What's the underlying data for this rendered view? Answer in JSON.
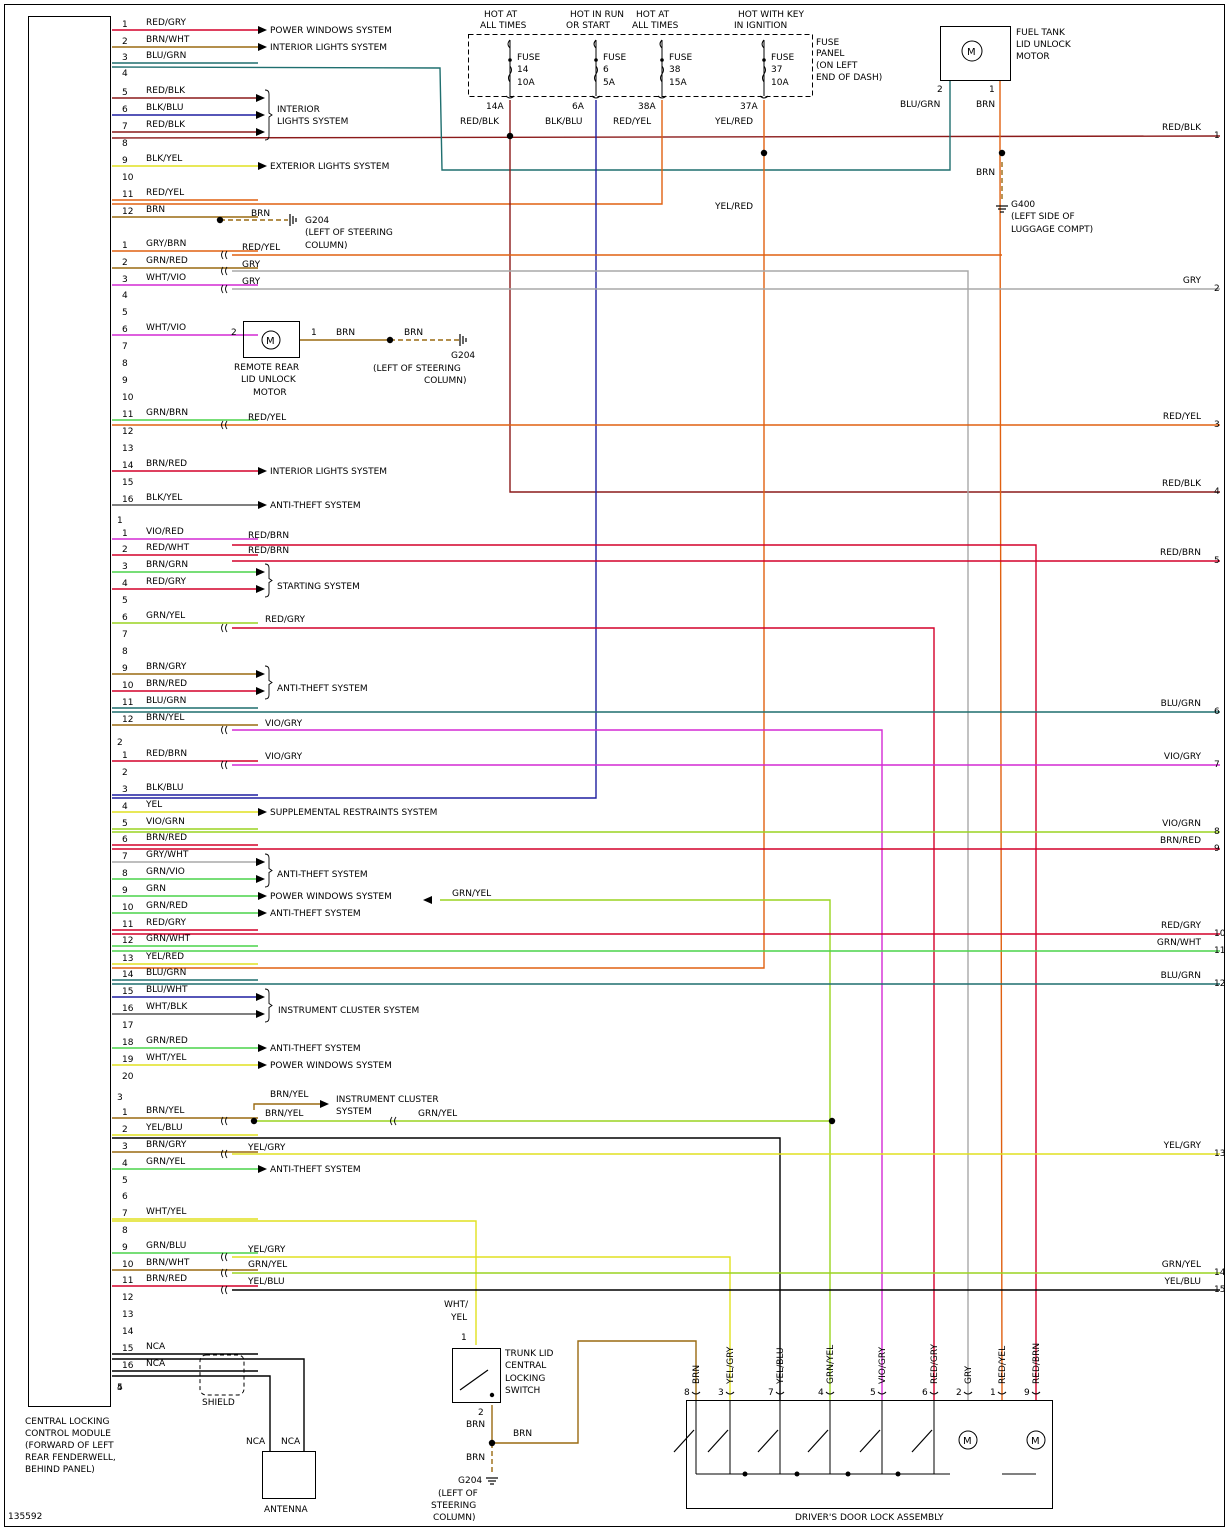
{
  "figure_id": "135592",
  "module": {
    "lines": [
      "CENTRAL LOCKING",
      "CONTROL MODULE",
      "(FORWARD OF LEFT",
      "REAR FENDERWELL,",
      "BEHIND PANEL)"
    ]
  },
  "connectors": [
    "1",
    "2",
    "3",
    "4",
    "5"
  ],
  "pins": [
    {
      "n": "1",
      "wire": "RED/GRY",
      "target": "POWER WINDOWS SYSTEM"
    },
    {
      "n": "2",
      "wire": "BRN/WHT",
      "target": "INTERIOR LIGHTS SYSTEM"
    },
    {
      "n": "3",
      "wire": "BLU/GRN",
      "target": ""
    },
    {
      "n": "4",
      "wire": "",
      "target": ""
    },
    {
      "n": "5",
      "wire": "RED/BLK",
      "target": ""
    },
    {
      "n": "6",
      "wire": "BLK/BLU",
      "target": ""
    },
    {
      "n": "7",
      "wire": "RED/BLK",
      "target": ""
    },
    {
      "n": "8",
      "wire": "",
      "target": ""
    },
    {
      "n": "9",
      "wire": "BLK/YEL",
      "target": "EXTERIOR LIGHTS SYSTEM"
    },
    {
      "n": "10",
      "wire": "",
      "target": ""
    },
    {
      "n": "11",
      "wire": "RED/YEL",
      "target": ""
    },
    {
      "n": "12",
      "wire": "BRN",
      "target": ""
    },
    {
      "n": "1",
      "wire": "GRY/BRN",
      "target": ""
    },
    {
      "n": "2",
      "wire": "GRN/RED",
      "target": ""
    },
    {
      "n": "3",
      "wire": "WHT/VIO",
      "target": ""
    },
    {
      "n": "4",
      "wire": "",
      "target": ""
    },
    {
      "n": "5",
      "wire": "",
      "target": ""
    },
    {
      "n": "6",
      "wire": "WHT/VIO",
      "target": ""
    },
    {
      "n": "7",
      "wire": "",
      "target": ""
    },
    {
      "n": "8",
      "wire": "",
      "target": ""
    },
    {
      "n": "9",
      "wire": "",
      "target": ""
    },
    {
      "n": "10",
      "wire": "",
      "target": ""
    },
    {
      "n": "11",
      "wire": "GRN/BRN",
      "target": ""
    },
    {
      "n": "12",
      "wire": "",
      "target": ""
    },
    {
      "n": "13",
      "wire": "",
      "target": ""
    },
    {
      "n": "14",
      "wire": "BRN/RED",
      "target": "INTERIOR LIGHTS SYSTEM"
    },
    {
      "n": "15",
      "wire": "",
      "target": ""
    },
    {
      "n": "16",
      "wire": "BLK/YEL",
      "target": "ANTI-THEFT SYSTEM"
    },
    {
      "n": "1",
      "wire": "VIO/RED",
      "target": ""
    },
    {
      "n": "2",
      "wire": "RED/WHT",
      "target": ""
    },
    {
      "n": "3",
      "wire": "BRN/GRN",
      "target": ""
    },
    {
      "n": "4",
      "wire": "RED/GRY",
      "target": ""
    },
    {
      "n": "5",
      "wire": "",
      "target": ""
    },
    {
      "n": "6",
      "wire": "GRN/YEL",
      "target": ""
    },
    {
      "n": "7",
      "wire": "",
      "target": ""
    },
    {
      "n": "8",
      "wire": "",
      "target": ""
    },
    {
      "n": "9",
      "wire": "BRN/GRY",
      "target": ""
    },
    {
      "n": "10",
      "wire": "BRN/RED",
      "target": ""
    },
    {
      "n": "11",
      "wire": "BLU/GRN",
      "target": ""
    },
    {
      "n": "12",
      "wire": "BRN/YEL",
      "target": ""
    },
    {
      "n": "1",
      "wire": "RED/BRN",
      "target": ""
    },
    {
      "n": "2",
      "wire": "",
      "target": ""
    },
    {
      "n": "3",
      "wire": "BLK/BLU",
      "target": ""
    },
    {
      "n": "4",
      "wire": "YEL",
      "target": "SUPPLEMENTAL RESTRAINTS SYSTEM"
    },
    {
      "n": "5",
      "wire": "VIO/GRN",
      "target": ""
    },
    {
      "n": "6",
      "wire": "BRN/RED",
      "target": ""
    },
    {
      "n": "7",
      "wire": "GRY/WHT",
      "target": ""
    },
    {
      "n": "8",
      "wire": "GRN/VIO",
      "target": ""
    },
    {
      "n": "9",
      "wire": "GRN",
      "target": "POWER WINDOWS SYSTEM"
    },
    {
      "n": "10",
      "wire": "GRN/RED",
      "target": "ANTI-THEFT SYSTEM"
    },
    {
      "n": "11",
      "wire": "RED/GRY",
      "target": ""
    },
    {
      "n": "12",
      "wire": "GRN/WHT",
      "target": ""
    },
    {
      "n": "13",
      "wire": "YEL/RED",
      "target": ""
    },
    {
      "n": "14",
      "wire": "BLU/GRN",
      "target": ""
    },
    {
      "n": "15",
      "wire": "BLU/WHT",
      "target": ""
    },
    {
      "n": "16",
      "wire": "WHT/BLK",
      "target": ""
    },
    {
      "n": "17",
      "wire": "",
      "target": ""
    },
    {
      "n": "18",
      "wire": "GRN/RED",
      "target": "ANTI-THEFT SYSTEM"
    },
    {
      "n": "19",
      "wire": "WHT/YEL",
      "target": "POWER WINDOWS SYSTEM"
    },
    {
      "n": "20",
      "wire": "",
      "target": ""
    },
    {
      "n": "1",
      "wire": "BRN/YEL",
      "target": ""
    },
    {
      "n": "2",
      "wire": "YEL/BLU",
      "target": ""
    },
    {
      "n": "3",
      "wire": "BRN/GRY",
      "target": ""
    },
    {
      "n": "4",
      "wire": "GRN/YEL",
      "target": "ANTI-THEFT SYSTEM"
    },
    {
      "n": "5",
      "wire": "",
      "target": ""
    },
    {
      "n": "6",
      "wire": "",
      "target": ""
    },
    {
      "n": "7",
      "wire": "WHT/YEL",
      "target": ""
    },
    {
      "n": "8",
      "wire": "",
      "target": ""
    },
    {
      "n": "9",
      "wire": "GRN/BLU",
      "target": ""
    },
    {
      "n": "10",
      "wire": "BRN/WHT",
      "target": ""
    },
    {
      "n": "11",
      "wire": "BRN/RED",
      "target": ""
    },
    {
      "n": "12",
      "wire": "",
      "target": ""
    },
    {
      "n": "13",
      "wire": "",
      "target": ""
    },
    {
      "n": "14",
      "wire": "",
      "target": ""
    },
    {
      "n": "15",
      "wire": "NCA",
      "target": ""
    },
    {
      "n": "16",
      "wire": "NCA",
      "target": ""
    }
  ],
  "groups": [
    {
      "label": [
        "INTERIOR",
        "LIGHTS SYSTEM"
      ]
    },
    {
      "label": [
        "STARTING SYSTEM"
      ]
    },
    {
      "label": [
        "ANTI-THEFT SYSTEM"
      ]
    },
    {
      "label": [
        "ANTI-THEFT SYSTEM"
      ]
    },
    {
      "label": [
        "INSTRUMENT CLUSTER SYSTEM"
      ]
    }
  ],
  "fuses": [
    {
      "hot": [
        "HOT AT",
        "ALL TIMES"
      ],
      "fuse": [
        "FUSE",
        "14",
        "10A"
      ],
      "term": "14A",
      "wire": "RED/BLK"
    },
    {
      "hot": [
        "HOT IN RUN",
        "OR START"
      ],
      "fuse": [
        "FUSE",
        "6",
        "5A"
      ],
      "term": "6A",
      "wire": "BLK/BLU"
    },
    {
      "hot": [
        "HOT AT",
        "ALL TIMES"
      ],
      "fuse": [
        "FUSE",
        "38",
        "15A"
      ],
      "term": "38A",
      "wire": "RED/YEL"
    },
    {
      "hot": [
        "HOT WITH KEY",
        "IN IGNITION"
      ],
      "fuse": [
        "FUSE",
        "37",
        "10A"
      ],
      "term": "37A",
      "wire": "YEL/RED"
    }
  ],
  "fuse_panel": [
    "FUSE",
    "PANEL",
    "(ON LEFT",
    "END OF DASH)"
  ],
  "fuel_motor": {
    "label": [
      "FUEL TANK",
      "LID UNLOCK",
      "MOTOR"
    ],
    "pin2": "2",
    "pin1": "1",
    "wire2": "BLU/GRN",
    "wire1": "BRN",
    "ground_wire": "BRN",
    "ground": [
      "G400",
      "(LEFT SIDE OF",
      "LUGGAGE COMPT)"
    ]
  },
  "labels": {
    "yel_red_drop": "YEL/RED",
    "brn": "BRN",
    "g204_a": [
      "G204",
      "(LEFT OF STEERING",
      "COLUMN)"
    ],
    "red_yel": "RED/YEL",
    "gry": "GRY",
    "red_brn": "RED/BRN",
    "red_gry": "RED/GRY",
    "vio_gry": "VIO/GRY",
    "grn_yel": "GRN/YEL",
    "brn_yel": "BRN/YEL",
    "instrument_cluster": [
      "INSTRUMENT CLUSTER",
      "SYSTEM"
    ],
    "yel_gry": "YEL/GRY",
    "yel_blu": "YEL/BLU",
    "shield": "SHIELD",
    "nca": "NCA",
    "antenna": "ANTENNA"
  },
  "rear_motor": {
    "pin2": "2",
    "pin1": "1",
    "wire": "BRN",
    "wire2": "BRN",
    "label": [
      "REMOTE REAR",
      "LID UNLOCK",
      "MOTOR"
    ],
    "ground": [
      "G204",
      "(LEFT OF STEERING",
      "COLUMN)"
    ]
  },
  "right_wires": [
    {
      "n": "1",
      "label": "RED/BLK"
    },
    {
      "n": "2",
      "label": "GRY"
    },
    {
      "n": "3",
      "label": "RED/YEL"
    },
    {
      "n": "4",
      "label": "RED/BLK"
    },
    {
      "n": "5",
      "label": "RED/BRN"
    },
    {
      "n": "6",
      "label": "BLU/GRN"
    },
    {
      "n": "7",
      "label": "VIO/GRY"
    },
    {
      "n": "8",
      "label": "VIO/GRN"
    },
    {
      "n": "9",
      "label": "BRN/RED"
    },
    {
      "n": "10",
      "label": "RED/GRY"
    },
    {
      "n": "11",
      "label": "GRN/WHT"
    },
    {
      "n": "12",
      "label": "BLU/GRN"
    },
    {
      "n": "13",
      "label": "YEL/GRY"
    },
    {
      "n": "14",
      "label": "GRN/YEL"
    },
    {
      "n": "15",
      "label": "YEL/BLU"
    }
  ],
  "trunk_switch": {
    "label": [
      "TRUNK LID",
      "CENTRAL",
      "LOCKING",
      "SWITCH"
    ],
    "pin1": "1",
    "pin2": "2",
    "wire_in": [
      "WHT/",
      "YEL"
    ],
    "wire_out": "BRN",
    "wire_out2": "BRN",
    "wire_h": "BRN",
    "ground": [
      "G204",
      "(LEFT OF",
      "STEERING",
      "COLUMN)"
    ]
  },
  "door_assembly": {
    "label": "DRIVER'S DOOR LOCK ASSEMBLY",
    "pins": [
      {
        "n": "8",
        "wire": "BRN"
      },
      {
        "n": "3",
        "wire": "YEL/GRY"
      },
      {
        "n": "7",
        "wire": "YEL/BLU"
      },
      {
        "n": "4",
        "wire": "GRN/YEL"
      },
      {
        "n": "5",
        "wire": "VIO/GRY"
      },
      {
        "n": "6",
        "wire": "RED/GRY"
      },
      {
        "n": "2",
        "wire": "GRY"
      },
      {
        "n": "1",
        "wire": "RED/YEL"
      },
      {
        "n": "9",
        "wire": "RED/BRN"
      }
    ]
  },
  "colors": {
    "red_blk": "#8b1a1a",
    "red": "#d4002a",
    "blue": "#1e1ea0",
    "teal": "#1f6f6f",
    "orange": "#e06010",
    "brown": "#9a6a10",
    "gray": "#a8a8a8",
    "violet": "#d42ad4",
    "yellow": "#e0e020",
    "green": "#4ad44a",
    "lime": "#9ad420",
    "black": "#000000"
  }
}
